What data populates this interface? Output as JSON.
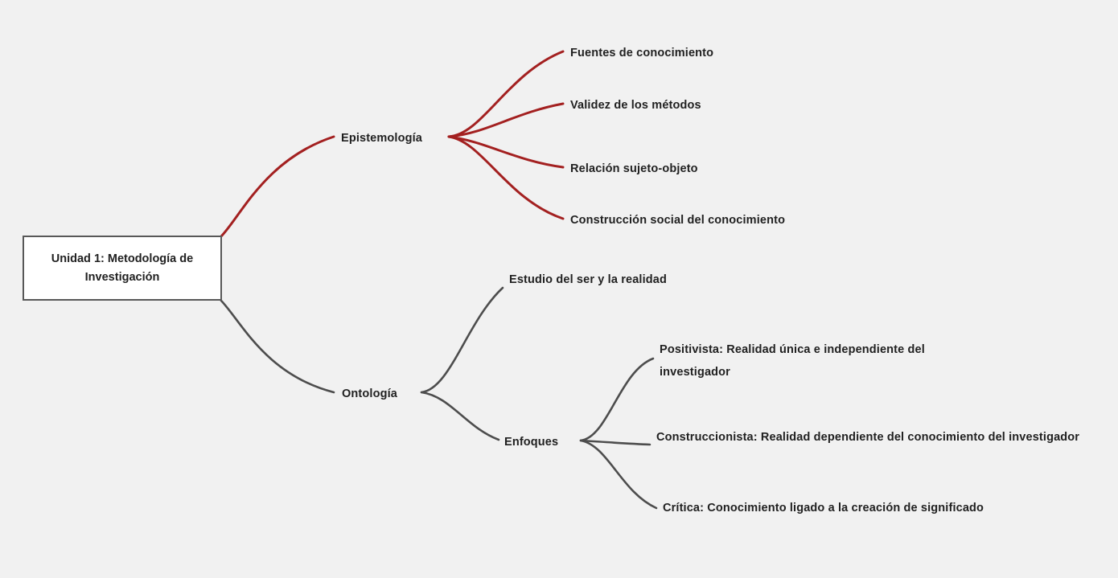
{
  "diagram": {
    "type": "mind-map",
    "background_color": "#f1f1f1",
    "root": {
      "label": "Unidad 1: Metodología de Investigación",
      "line1": "Unidad 1: Metodología de",
      "line2": "Investigación",
      "border_color": "#585858",
      "fill_color": "#ffffff"
    },
    "branches": [
      {
        "label": "Epistemología",
        "color": "#a32020",
        "children": [
          {
            "label": "Fuentes de conocimiento"
          },
          {
            "label": "Validez de los métodos"
          },
          {
            "label": "Relación sujeto-objeto"
          },
          {
            "label": "Construcción social del conocimiento"
          }
        ]
      },
      {
        "label": "Ontología",
        "color": "#4d4d4d",
        "children": [
          {
            "label": "Estudio del ser y la realidad"
          },
          {
            "label": "Enfoques",
            "children": [
              {
                "label": "Positivista: Realidad única e independiente del investigador"
              },
              {
                "label": "Construccionista: Realidad dependiente del conocimiento del investigador"
              },
              {
                "label": "Crítica: Conocimiento ligado a la creación de significado"
              }
            ]
          }
        ]
      }
    ]
  },
  "labels": {
    "epistemologia": "Epistemología",
    "fuentes": "Fuentes de conocimiento",
    "validez": "Validez de los métodos",
    "relacion": "Relación sujeto-objeto",
    "construccion_social": "Construcción social del conocimiento",
    "ontologia": "Ontología",
    "estudio_ser": "Estudio del ser y la realidad",
    "enfoques": "Enfoques",
    "positivista": "Positivista: Realidad única e independiente del investigador",
    "construccionista": "Construccionista: Realidad dependiente del conocimiento del investigador",
    "critica": "Crítica: Conocimiento ligado a la creación de significado"
  }
}
